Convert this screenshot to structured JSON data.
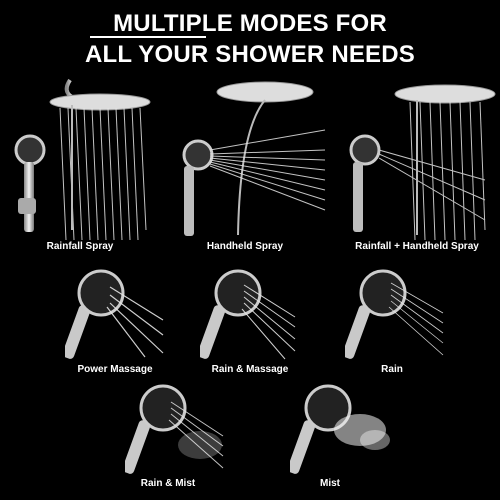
{
  "headline": {
    "line1": "MULTIPLE MODES FOR",
    "line2": "ALL YOUR SHOWER NEEDS"
  },
  "modes": [
    {
      "label": "Rainfall Spray"
    },
    {
      "label": "Handheld Spray"
    },
    {
      "label": "Rainfall + Handheld Spray"
    },
    {
      "label": "Power Massage"
    },
    {
      "label": "Rain & Massage"
    },
    {
      "label": "Rain"
    },
    {
      "label": "Rain & Mist"
    },
    {
      "label": "Mist"
    }
  ],
  "colors": {
    "background": "#000000",
    "text": "#ffffff",
    "chrome": "#c9c9c9",
    "water": "#e8e8e8"
  }
}
